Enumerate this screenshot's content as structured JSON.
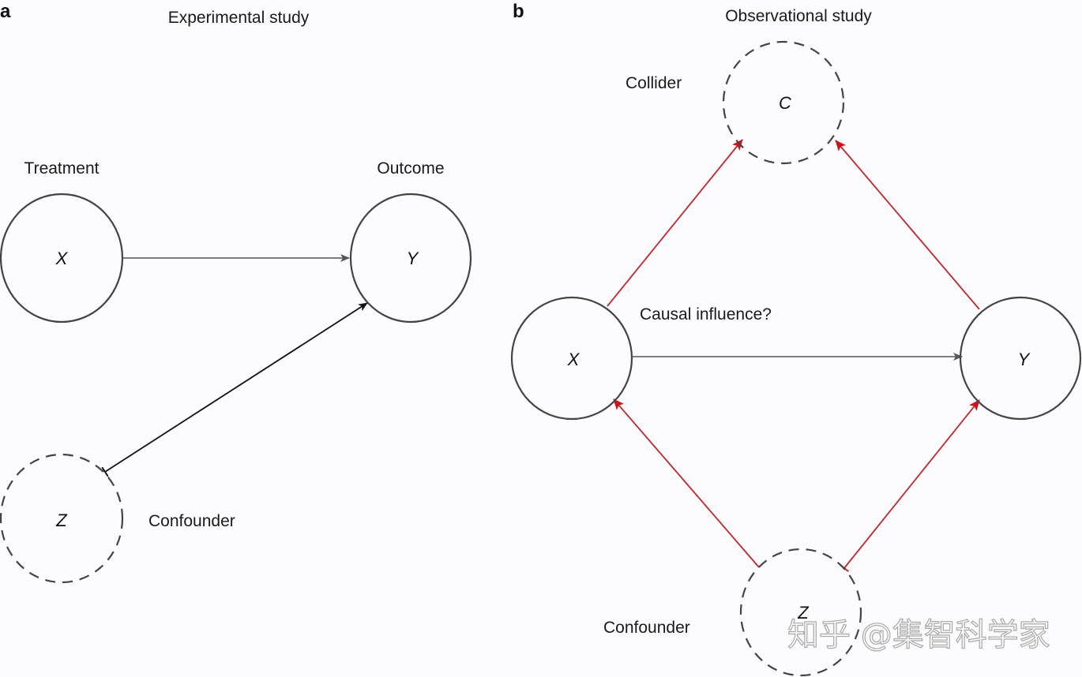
{
  "panel_a": {
    "letter": "a",
    "title": "Experimental study",
    "nodes": {
      "x": {
        "symbol": "X",
        "role": "Treatment",
        "style": "solid"
      },
      "y": {
        "symbol": "Y",
        "role": "Outcome",
        "style": "solid"
      },
      "z": {
        "symbol": "Z",
        "role": "Confounder",
        "style": "dashed"
      }
    },
    "edges": [
      {
        "from": "X",
        "to": "Y",
        "color": "gray",
        "head": "arrow"
      },
      {
        "from": "Z",
        "to": "Y",
        "color": "black",
        "head": "arrow",
        "tail": "bar"
      }
    ]
  },
  "panel_b": {
    "letter": "b",
    "title": "Observational study",
    "edge_label": "Causal influence?",
    "nodes": {
      "c": {
        "symbol": "C",
        "role": "Collider",
        "style": "dashed"
      },
      "x": {
        "symbol": "X",
        "role": "",
        "style": "solid"
      },
      "y": {
        "symbol": "Y",
        "role": "",
        "style": "solid"
      },
      "z": {
        "symbol": "Z",
        "role": "Confounder",
        "style": "dashed"
      }
    },
    "edges": [
      {
        "from": "X",
        "to": "Y",
        "color": "gray",
        "head": "arrow"
      },
      {
        "from": "X",
        "to": "C",
        "color": "red",
        "head": "arrow"
      },
      {
        "from": "Y",
        "to": "C",
        "color": "red",
        "head": "arrow"
      },
      {
        "from": "Z",
        "to": "X",
        "color": "red",
        "head": "arrow"
      },
      {
        "from": "Z",
        "to": "Y",
        "color": "red",
        "head": "arrow",
        "tail": "bar"
      }
    ]
  },
  "colors": {
    "background": "#fcfbfd",
    "node_stroke": "#444444",
    "edge_gray": "#555555",
    "edge_black": "#111111",
    "edge_red": "#c0282b"
  },
  "watermark": "知乎 @集智科学家"
}
